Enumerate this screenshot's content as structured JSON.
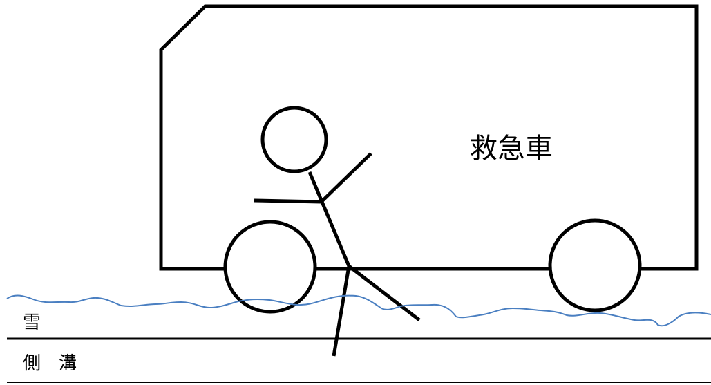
{
  "labels": {
    "vehicle": "救急車",
    "snow": "雪",
    "ditch": "側　溝"
  },
  "colors": {
    "line": "#000000",
    "snow_line": "#4a7fc1",
    "background": "#ffffff"
  }
}
